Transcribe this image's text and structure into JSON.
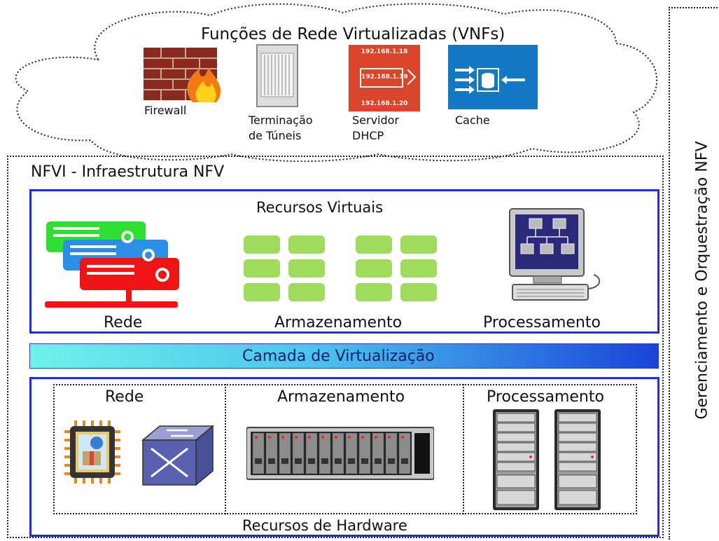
{
  "vnf": {
    "title": "Funções de Rede Virtualizadas (VNFs)",
    "firewall": "Firewall",
    "tunnel_l1": "Terminação",
    "tunnel_l2": "de Túneis",
    "dhcp_l1": "Servidor",
    "dhcp_l2": "DHCP",
    "dhcp_ip1": "192.168.1.18",
    "dhcp_ip2": "192.168.1.19",
    "dhcp_ip3": "192.168.1.20",
    "cache": "Cache"
  },
  "nfvi": {
    "title": "NFVI - Infraestrutura NFV"
  },
  "virtual": {
    "title": "Recursos Virtuais",
    "network": "Rede",
    "storage": "Armazenamento",
    "processing": "Processamento"
  },
  "virtualization_layer": "Camada de Virtualização",
  "hardware": {
    "title": "Recursos de Hardware",
    "network": "Rede",
    "storage": "Armazenamento",
    "processing": "Processamento"
  },
  "management": "Gerenciamento e Orquestração NFV",
  "colors": {
    "frame_blue": "#1d2fe0",
    "gradient_start": "#6ff2ea",
    "gradient_end": "#1a44d8",
    "storage_green": "#9fdc5c",
    "dhcp_orange": "#d9462b",
    "cache_blue": "#1479c4"
  }
}
